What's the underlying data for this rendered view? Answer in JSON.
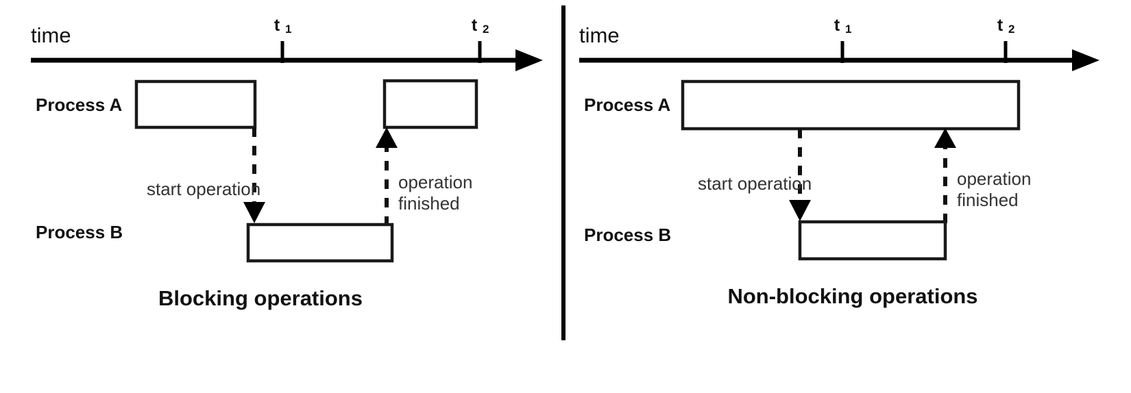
{
  "figure": {
    "title_left": "Blocking operations",
    "title_right": "Non-blocking operations"
  },
  "panels": [
    {
      "id": "blocking",
      "caption": "Blocking operations",
      "axis": {
        "label": "time",
        "ticks": [
          {
            "base": "t",
            "sub": "1"
          },
          {
            "base": "t",
            "sub": "2"
          }
        ]
      },
      "lanes": [
        {
          "label": "Process A"
        },
        {
          "label": "Process B"
        }
      ],
      "annotations": [
        {
          "line1": "start operation",
          "line2": ""
        },
        {
          "line1": "operation",
          "line2": "finished"
        }
      ]
    },
    {
      "id": "non-blocking",
      "caption": "Non-blocking operations",
      "axis": {
        "label": "time",
        "ticks": [
          {
            "base": "t",
            "sub": "1"
          },
          {
            "base": "t",
            "sub": "2"
          }
        ]
      },
      "lanes": [
        {
          "label": "Process A"
        },
        {
          "label": "Process B"
        }
      ],
      "annotations": [
        {
          "line1": "start operation",
          "line2": ""
        },
        {
          "line1": "operation",
          "line2": "finished"
        }
      ]
    }
  ],
  "colors": {
    "stroke": "#000000",
    "box_stroke": "#1a1a1a",
    "text": "#111111",
    "annotation_text": "#333333",
    "background": "#ffffff"
  }
}
